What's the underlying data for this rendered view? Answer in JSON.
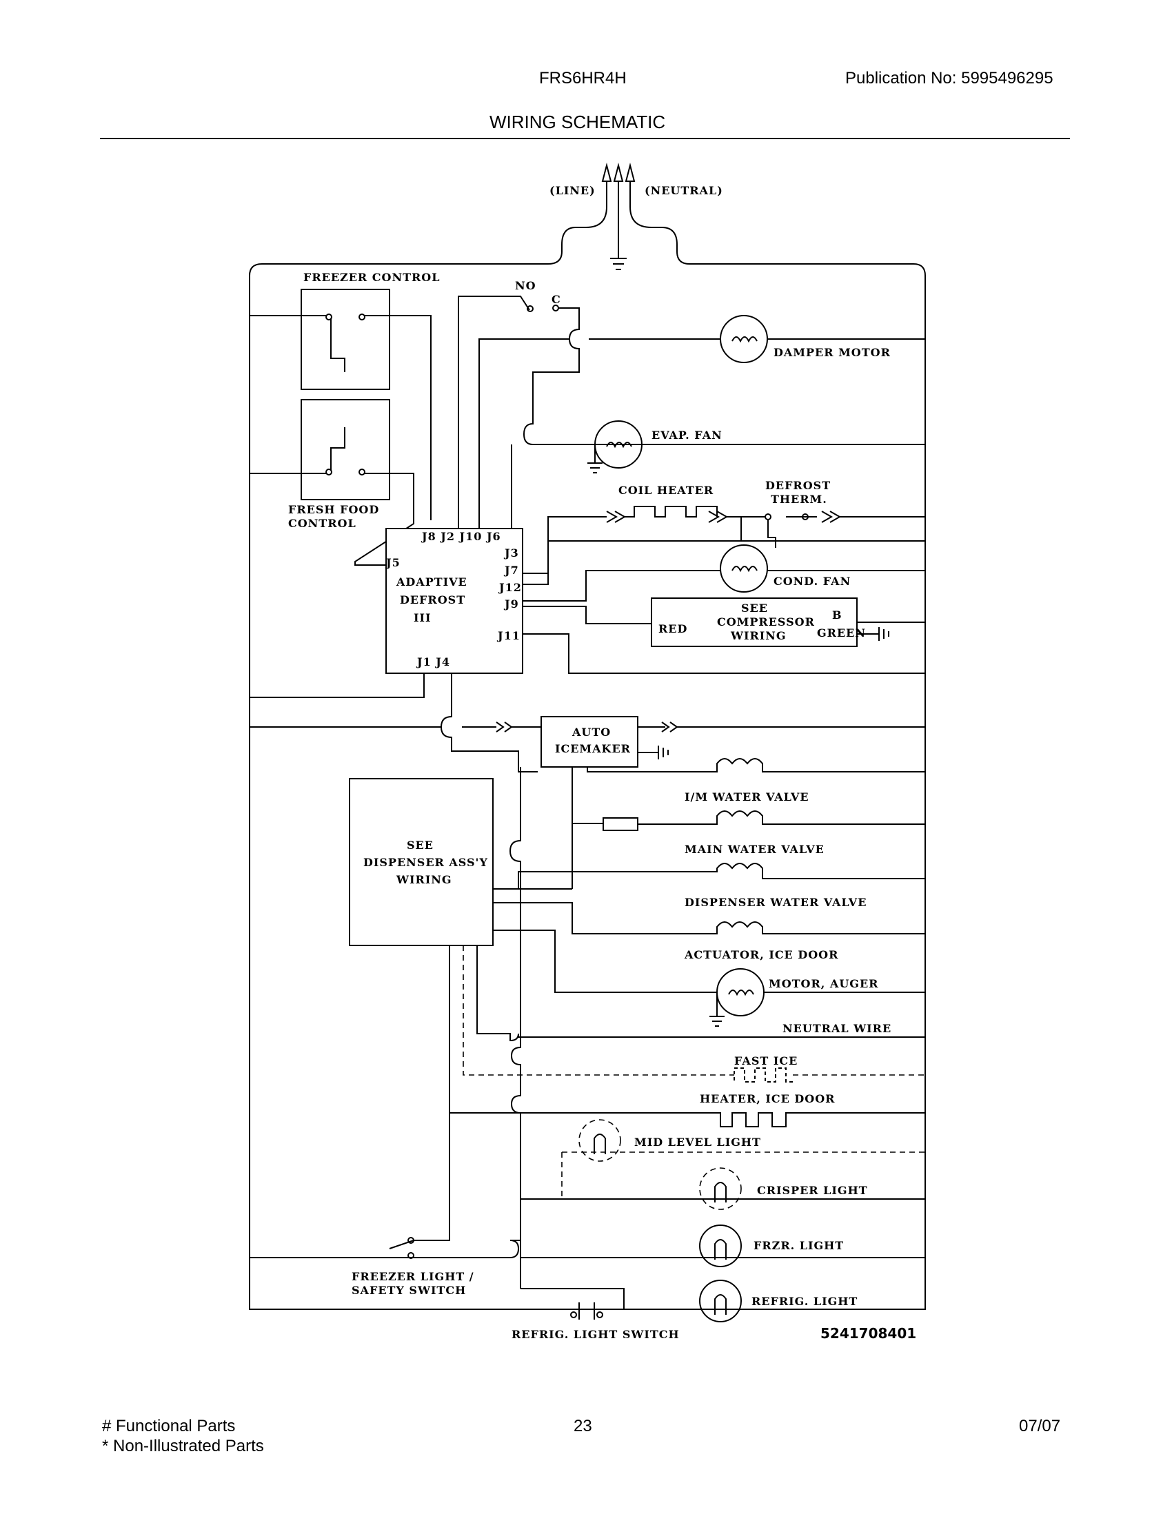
{
  "header": {
    "model": "FRS6HR4H",
    "publication": "Publication No:  5995496295",
    "title": "WIRING SCHEMATIC"
  },
  "diagram": {
    "line": "(LINE)",
    "neutral": "(NEUTRAL)",
    "freezer_control": "FREEZER CONTROL",
    "fresh_food_control_1": "FRESH FOOD",
    "fresh_food_control_2": "CONTROL",
    "no": "NO",
    "c": "C",
    "damper_motor": "DAMPER MOTOR",
    "evap_fan": "EVAP. FAN",
    "coil_heater": "COIL HEATER",
    "defrost_therm_1": "DEFROST",
    "defrost_therm_2": "THERM.",
    "cond_fan": "COND. FAN",
    "adaptive_1": "ADAPTIVE",
    "adaptive_2": "DEFROST",
    "adaptive_3": "III",
    "pins_top": "J8  J2  J10  J6",
    "j5": "J5",
    "j3": "J3",
    "j7": "J7",
    "j12": "J12",
    "j9": "J9",
    "j11": "J11",
    "pins_bottom": "J1  J4",
    "see_comp_1": "SEE",
    "see_comp_2": "COMPRESSOR",
    "see_comp_3": "WIRING",
    "red": "RED",
    "b": "B",
    "green": "GREEN",
    "auto_ice_1": "AUTO",
    "auto_ice_2": "ICEMAKER",
    "im_valve": "I/M WATER VALVE",
    "main_valve": "MAIN WATER VALVE",
    "disp_valve": "DISPENSER WATER VALVE",
    "actuator": "ACTUATOR, ICE DOOR",
    "motor_auger": "MOTOR, AUGER",
    "neutral_wire": "NEUTRAL WIRE",
    "fast_ice": "FAST ICE",
    "heater_door": "HEATER, ICE DOOR",
    "mid_light": "MID LEVEL LIGHT",
    "crisper_light": "CRISPER LIGHT",
    "frzr_light": "FRZR. LIGHT",
    "refrig_light": "REFRIG. LIGHT",
    "see_disp_1": "SEE",
    "see_disp_2": "DISPENSER ASS'Y",
    "see_disp_3": "WIRING",
    "frz_switch_1": "FREEZER LIGHT /",
    "frz_switch_2": "SAFETY SWITCH",
    "refrig_switch": "REFRIG. LIGHT SWITCH",
    "part_no": "5241708401"
  },
  "footer": {
    "functional": "# Functional Parts",
    "non_illustrated": "* Non-Illustrated Parts",
    "page": "23",
    "date": "07/07"
  }
}
